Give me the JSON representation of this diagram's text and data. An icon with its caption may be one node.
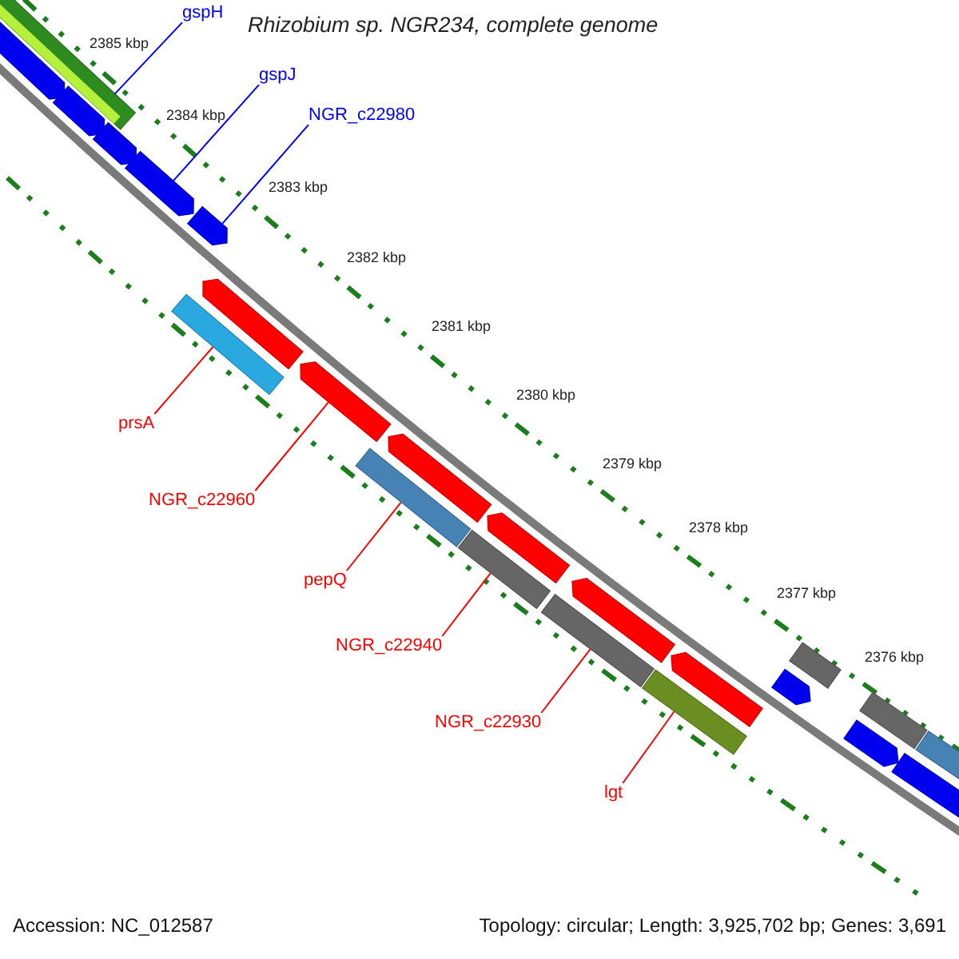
{
  "diagram": {
    "title": "Rhizobium sp. NGR234, complete genome",
    "nodes": [
      {
        "text": [
          "gspH"
        ]
      },
      {
        "text": [
          "gspJ"
        ]
      },
      {
        "text": [
          "NGR_c22980"
        ]
      },
      {
        "text": [
          "prsA"
        ]
      },
      {
        "text": [
          "NGR_c22960"
        ]
      },
      {
        "text": [
          "pepQ"
        ]
      },
      {
        "text": [
          "NGR_c22940"
        ]
      },
      {
        "text": [
          "NGR_c22930"
        ]
      },
      {
        "text": [
          "lgt"
        ]
      },
      {
        "text": [],
        "shape": "bar"
      },
      {
        "text": [],
        "shape": "pentagon"
      },
      {
        "text": [],
        "shape": "pentagon"
      },
      {
        "text": [],
        "shape": "pentagon"
      },
      {
        "text": [],
        "shape": "pentagon"
      },
      {
        "text": [],
        "shape": "bar"
      },
      {
        "text": [],
        "shape": "pentagon"
      },
      {
        "text": [],
        "shape": "pentagon"
      },
      {
        "text": [],
        "shape": "pentagon"
      },
      {
        "text": [],
        "shape": "bar"
      },
      {
        "text": [],
        "shape": "pentagon"
      },
      {
        "text": [],
        "shape": "bar"
      },
      {
        "text": [],
        "shape": "pentagon"
      },
      {
        "text": [],
        "shape": "bar"
      },
      {
        "text": [],
        "shape": "pentagon"
      },
      {
        "text": [],
        "shape": "bar"
      },
      {
        "text": [],
        "shape": "pentagon"
      },
      {
        "text": [],
        "shape": "pentagon"
      },
      {
        "text": [],
        "shape": "bar"
      },
      {
        "text": [],
        "shape": "pentagon"
      },
      {
        "text": [],
        "shape": "bar"
      },
      {
        "text": [],
        "shape": "pentagon"
      },
      {
        "text": [],
        "shape": "bar"
      }
    ],
    "edges": [
      {
        "from": 0,
        "to": 9,
        "arrow": "none",
        "color": "#0000ff"
      },
      {
        "from": 1,
        "to": 13,
        "arrow": "none",
        "color": "#0000ff"
      },
      {
        "from": 2,
        "to": 15,
        "arrow": "none",
        "color": "#0000ff"
      },
      {
        "from": 3,
        "to": 14,
        "arrow": "none"
      },
      {
        "from": 4,
        "to": 17,
        "arrow": "none"
      },
      {
        "from": 5,
        "to": 18,
        "arrow": "none"
      },
      {
        "from": 6,
        "to": 20,
        "arrow": "none"
      },
      {
        "from": 7,
        "to": 22,
        "arrow": "none"
      },
      {
        "from": 8,
        "to": 24,
        "arrow": "none"
      }
    ],
    "labels": [
      "2385 kbp",
      "2384 kbp",
      "2383 kbp",
      "2382 kbp",
      "2381 kbp",
      "2380 kbp",
      "2379 kbp",
      "2378 kbp",
      "2377 kbp",
      "2376 kbp",
      "Accession: NC_012587",
      "Topology: circular; Length: 3,925,702 bp; Genes: 3,691"
    ]
  }
}
